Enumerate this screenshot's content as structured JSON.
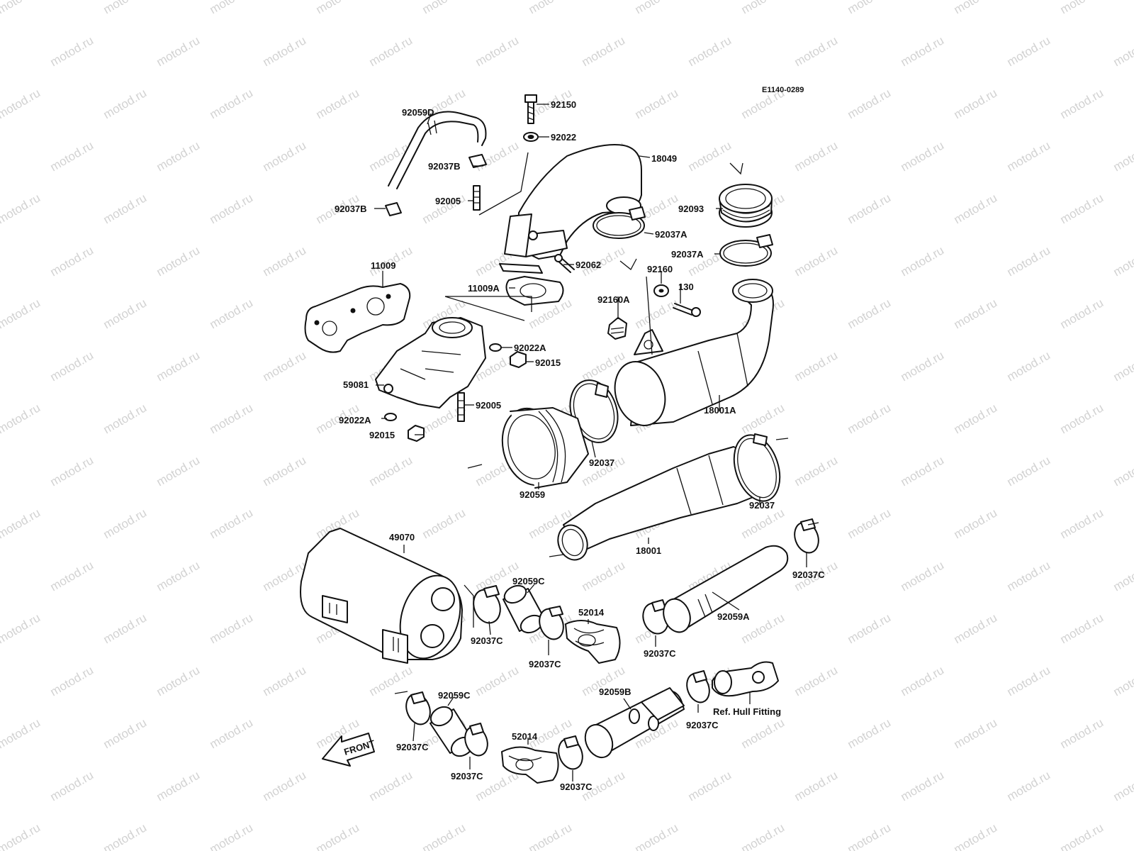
{
  "diagram_code": "E1140-0289",
  "watermark": "motod.ru",
  "front_label": "FRONT",
  "ref_label": "Ref. Hull Fitting",
  "labels": {
    "p92150": "92150",
    "p92022": "92022",
    "p92059D": "92059D",
    "p92037B_1": "92037B",
    "p92037B_2": "92037B",
    "p92005_1": "92005",
    "p18049": "18049",
    "p92093": "92093",
    "p92037A_1": "92037A",
    "p92037A_2": "92037A",
    "p92062": "92062",
    "p92160": "92160",
    "p130": "130",
    "p11009": "11009",
    "p11009A": "11009A",
    "p92160A": "92160A",
    "p92022A_1": "92022A",
    "p92015_1": "92015",
    "p59081": "59081",
    "p92005_2": "92005",
    "p92022A_2": "92022A",
    "p92015_2": "92015",
    "p18001A": "18001A",
    "p92037_1": "92037",
    "p92059": "92059",
    "p92037_2": "92037",
    "p49070": "49070",
    "p18001": "18001",
    "p92037C_1": "92037C",
    "p92059C_1": "92059C",
    "p52014_1": "52014",
    "p92059A": "92059A",
    "p92037C_2": "92037C",
    "p92037C_3": "92037C",
    "p92037C_4": "92037C",
    "p92059B": "92059B",
    "p92059C_2": "92059C",
    "p92037C_5": "92037C",
    "p52014_2": "52014",
    "p92037C_6": "92037C",
    "p92037C_7": "92037C",
    "p92037C_8": "92037C"
  },
  "colors": {
    "ink": "#111111",
    "background": "#ffffff",
    "watermark": "#d2d2d2"
  }
}
